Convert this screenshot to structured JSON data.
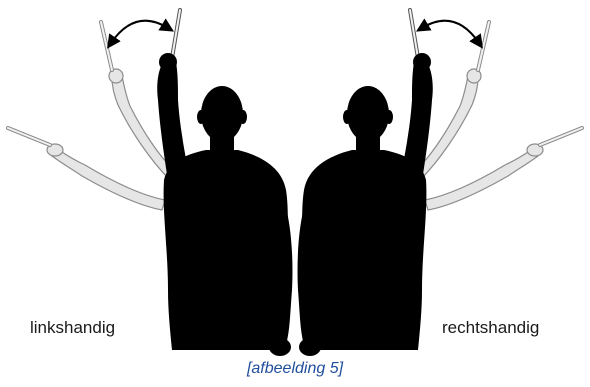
{
  "figures": {
    "left_label": "linkshandig",
    "right_label": "rechtshandig"
  },
  "caption": "[afbeelding 5]",
  "colors": {
    "silhouette": "#000000",
    "ghost_arm_fill": "#e6e6e6",
    "ghost_arm_stroke": "#8c8c8c",
    "caption": "#1f4e9c"
  },
  "icons": [
    "double-headed-curved-arrow-icon",
    "baton-icon"
  ]
}
